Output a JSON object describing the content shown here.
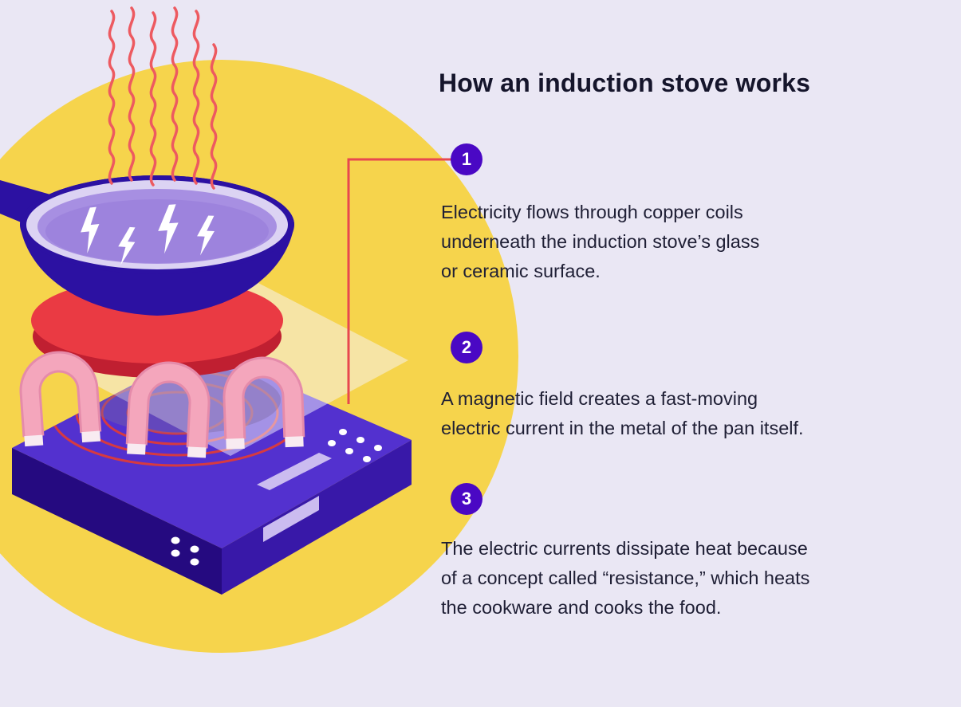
{
  "colors": {
    "background": "#eae7f4",
    "accent_yellow": "#f6d44c",
    "accent_purple": "#4a08c4",
    "accent_red": "#e8484f",
    "stove_purple": "#5331cf",
    "pan_indigo": "#2c11a2",
    "magnet_pink": "#f4a6bc",
    "text": "#1f1f35"
  },
  "header": {
    "title": "How an induction stove works"
  },
  "steps": [
    {
      "number": "1",
      "text": "Electricity flows through copper coils\nunderneath the induction stove’s glass\nor ceramic surface."
    },
    {
      "number": "2",
      "text": "A magnetic field creates a fast-moving\nelectric current in the metal of the pan itself."
    },
    {
      "number": "3",
      "text": "The electric currents dissipate heat because\nof a concept called “resistance,” which heats\nthe cookware and cooks the food."
    }
  ],
  "illustration": {
    "name": "induction-stove-illustration",
    "elements": [
      "heat-waves",
      "pan-with-lightning-bolts",
      "heating-element-disk",
      "magnets",
      "induction-coil-rings",
      "glass-surface",
      "stove-base",
      "control-panel"
    ]
  }
}
